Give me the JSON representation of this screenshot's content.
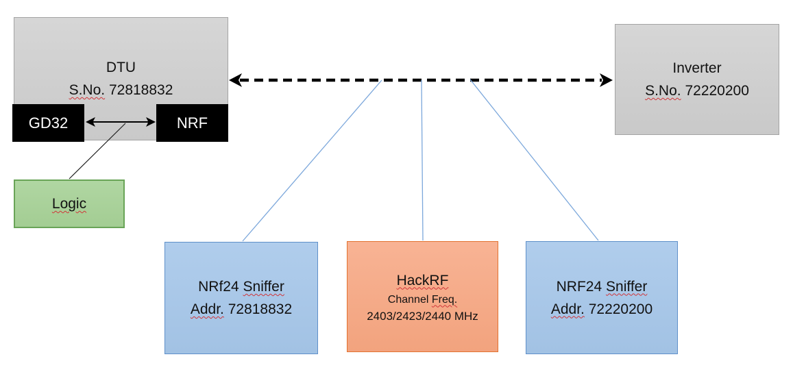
{
  "diagram": {
    "dtu": {
      "name": "DTU",
      "serial_label": "S.No.",
      "serial_number": "72818832"
    },
    "gd32": {
      "label": "GD32"
    },
    "nrf_chip": {
      "label": "NRF"
    },
    "logic": {
      "label": "Logic"
    },
    "inverter": {
      "name": "Inverter",
      "serial_label": "S.No.",
      "serial_number": "72220200"
    },
    "sniffer_left": {
      "model": "NRf24",
      "type_word": "Sniffer",
      "addr_label": "Addr.",
      "addr_number": "72818832"
    },
    "hackrf": {
      "name": "HackRF",
      "channel_label": "Channel",
      "freq_word": "Freq.",
      "frequencies": "2403/2423/2440 MHz"
    },
    "sniffer_right": {
      "model": "NRF24",
      "type_word": "Sniffer",
      "addr_label": "Addr.",
      "addr_number": "72220200"
    }
  },
  "colors": {
    "gray_box_fill": "#CFCFCF",
    "gray_box_border": "#A3A3A3",
    "black_box_fill": "#000000",
    "green_box_fill": "#A9D29B",
    "green_box_border": "#69A457",
    "blue_box_fill": "#A9C7E8",
    "blue_box_border": "#5E8FC9",
    "orange_box_fill": "#F5AB8B",
    "orange_box_border": "#E2712F",
    "blue_connector_line": "#7BA7DB",
    "arrow_black": "#000000",
    "spellcheck_red": "#D13438"
  }
}
